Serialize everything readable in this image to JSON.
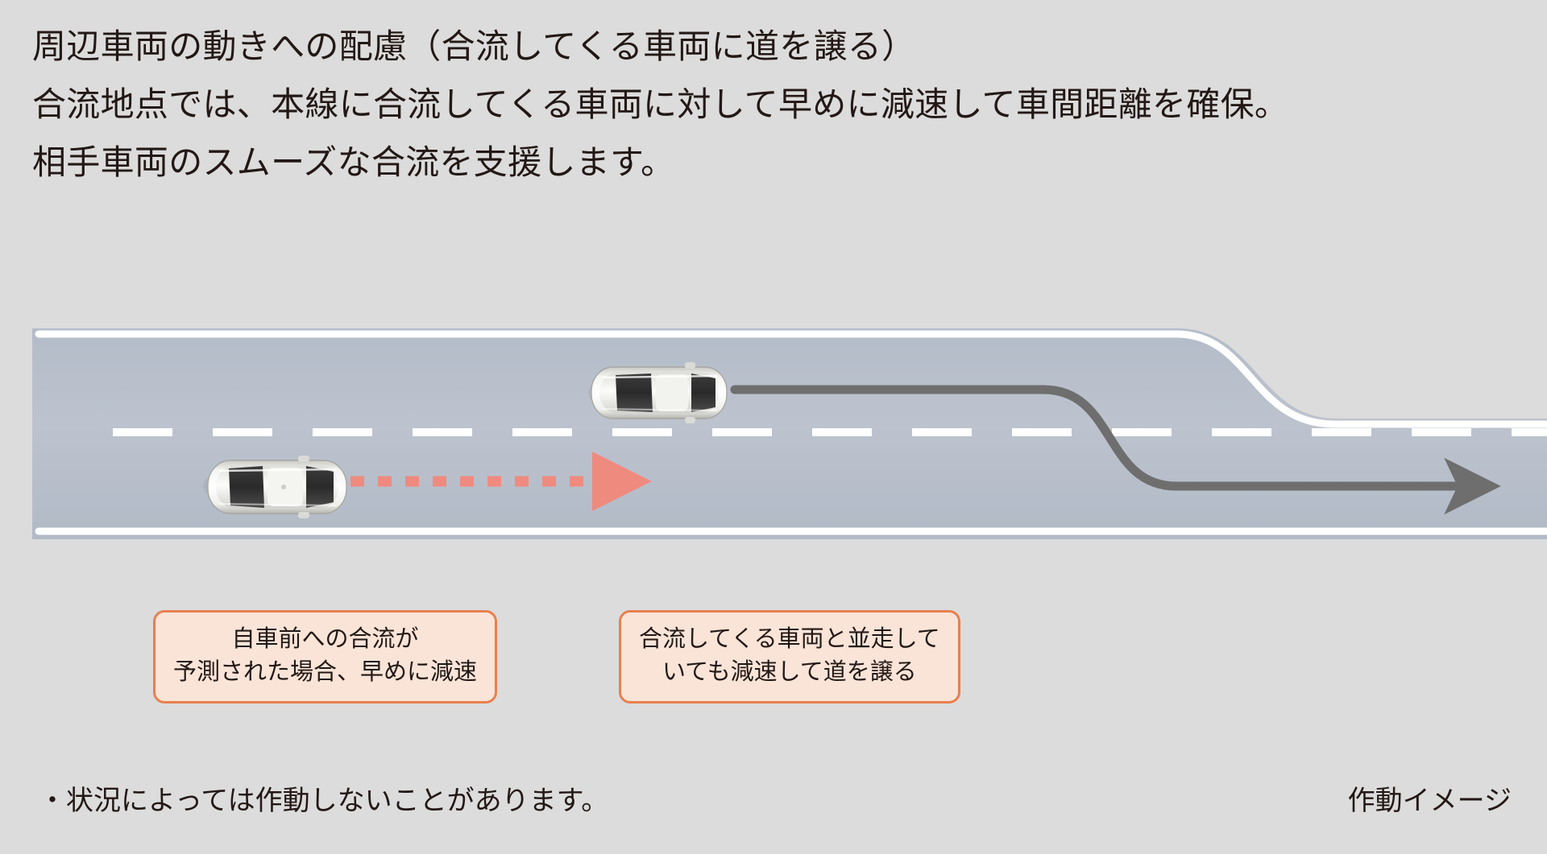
{
  "page": {
    "background_color": "#dcdcdc",
    "text_color": "#231815"
  },
  "heading": {
    "line1": "周辺車両の動きへの配慮（合流してくる車両に道を譲る）",
    "line2": "合流地点では、本線に合流してくる車両に対して早めに減速して車間距離を確保。",
    "line3": "相手車両のスムーズな合流を支援します。"
  },
  "diagram": {
    "name": "merge-yield-road-illustration",
    "road_color": "#b9c0cc",
    "lane_marking_color": "#ffffff",
    "ego_car": {
      "label": "ego-vehicle",
      "body_color": "#e8e8e4"
    },
    "merging_car": {
      "label": "merging-vehicle",
      "body_color": "#e8e8e4"
    },
    "ego_path": {
      "label": "ego-dashed-path",
      "color": "#ef8a7f",
      "style": "dashed",
      "direction": "forward"
    },
    "merge_path": {
      "label": "merging-vehicle-path",
      "color": "#6e6e6e",
      "style": "solid-curve",
      "direction": "merging-into-main-lane"
    }
  },
  "callouts": {
    "left": {
      "name": "callout-early-deceleration",
      "line1": "自車前への合流が",
      "line2": "予測された場合、早めに減速",
      "fill": "#fae4d8",
      "border": "#e8804f"
    },
    "right": {
      "name": "callout-yield-while-parallel",
      "line1": "合流してくる車両と並走して",
      "line2": "いても減速して道を譲る",
      "fill": "#fae4d8",
      "border": "#e8804f"
    }
  },
  "footer": {
    "note": "・状況によっては作動しないことがあります。",
    "tag": "作動イメージ"
  }
}
